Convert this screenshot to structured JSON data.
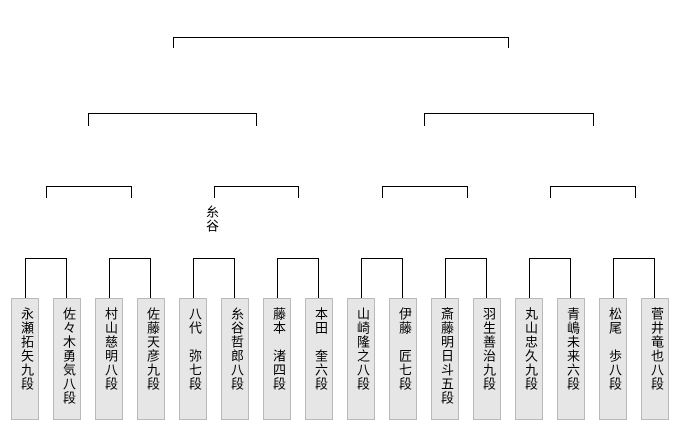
{
  "players": [
    {
      "name": "永瀬拓矢九段"
    },
    {
      "name": "佐々木勇気八段"
    },
    {
      "name": "村山慈明八段"
    },
    {
      "name": "佐藤天彦九段"
    },
    {
      "name": "八代　弥七段"
    },
    {
      "name": "糸谷哲郎八段"
    },
    {
      "name": "藤本　渚四段"
    },
    {
      "name": "本田　奎六段"
    },
    {
      "name": "山崎隆之八段"
    },
    {
      "name": "伊藤　匠七段"
    },
    {
      "name": "斎藤明日斗五段"
    },
    {
      "name": "羽生善治九段"
    },
    {
      "name": "丸山忠久九段"
    },
    {
      "name": "青嶋未来六段"
    },
    {
      "name": "松尾　歩八段"
    },
    {
      "name": "菅井竜也八段"
    }
  ],
  "notes": [
    {
      "text": "糸谷"
    }
  ],
  "colors": {
    "line": "#000000",
    "box_fill": "#e6e6e6",
    "box_border": "#b9b9b9"
  }
}
